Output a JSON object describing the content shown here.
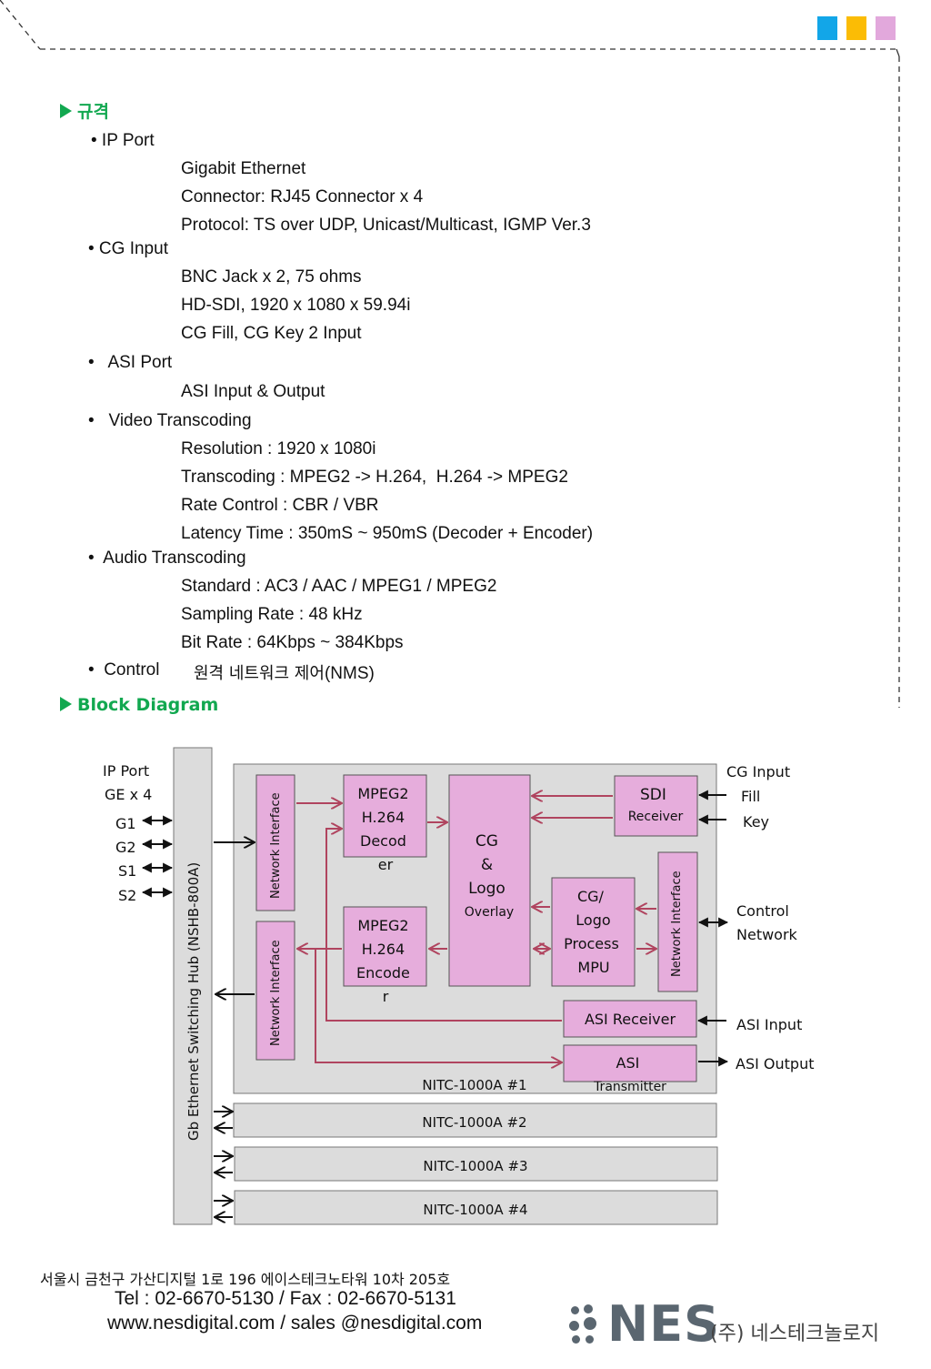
{
  "colors": {
    "green_title": "#12a850",
    "block_pink": "#e6addc",
    "panel_grey": "#dcdcdc",
    "arrow_red": "#b0445f"
  },
  "corner_squares": [
    "#12a6e8",
    "#fbbc05",
    "#e2a8dc"
  ],
  "spec": {
    "title": "규격",
    "items": [
      {
        "label": "• IP Port",
        "details": [
          "Gigabit Ethernet",
          "Connector: RJ45 Connector x 4",
          "Protocol: TS over UDP, Unicast/Multicast, IGMP Ver.3"
        ]
      },
      {
        "label": "• CG Input",
        "details": [
          "BNC Jack x 2, 75 ohms",
          "HD-SDI, 1920 x 1080 x 59.94i",
          "CG Fill, CG Key 2 Input"
        ]
      },
      {
        "label": "•   ASI Port",
        "details": [
          "ASI Input & Output"
        ]
      },
      {
        "label": "•   Video Transcoding",
        "details": [
          "Resolution : 1920 x 1080i",
          "Transcoding : MPEG2 -> H.264,  H.264 -> MPEG2",
          "Rate Control : CBR / VBR",
          "Latency Time : 350mS ~ 950mS (Decoder + Encoder)"
        ]
      },
      {
        "label": "•  Audio Transcoding",
        "details": [
          "Standard : AC3 / AAC / MPEG1 / MPEG2",
          "Sampling Rate : 48 kHz",
          "Bit Rate : 64Kbps ~ 384Kbps"
        ]
      }
    ],
    "control": {
      "label": "•  Control",
      "value_ko": "원격 네트워크 제어",
      "value_suffix": "(NMS)"
    }
  },
  "block_diagram": {
    "title": "Block Diagram",
    "hub_label": "Gb Ethernet Switching Hub (NSHB-800A)",
    "ip_port_label": "IP Port",
    "ge_label": "GE x 4",
    "ports": [
      "G1",
      "G2",
      "S1",
      "S2"
    ],
    "network_interface": "Network Interface",
    "decoder": [
      "MPEG2",
      "H.264",
      "Decod",
      "er"
    ],
    "encoder": [
      "MPEG2",
      "H.264",
      "Encode",
      "r"
    ],
    "cg_overlay": [
      "CG",
      "&",
      "Logo",
      "Overlay"
    ],
    "sdi": [
      "SDI",
      "Receiver"
    ],
    "cg_logo_mpu": [
      "CG/",
      "Logo",
      "Process",
      "MPU"
    ],
    "asi_receiver": "ASI Receiver",
    "asi_transmitter": [
      "ASI",
      "Transmitter"
    ],
    "cg_input_label": "CG Input",
    "fill_label": "Fill",
    "key_label": "Key",
    "control_label": "Control",
    "network_label": "Network",
    "asi_input_label": "ASI Input",
    "asi_output_label": "ASI Output",
    "units": [
      "NITC-1000A #1",
      "NITC-1000A #2",
      "NITC-1000A #3",
      "NITC-1000A #4"
    ]
  },
  "footer": {
    "address": "서울시 금천구 가산디지털 1로 196 에이스테크노타워 10차 205호",
    "tel": "Tel : 02-6670-5130 / Fax : 02-6670-5131",
    "web": "www.nesdigital.com / sales @nesdigital.com",
    "logo_text": "NES",
    "company": "(주) 네스테크놀로지"
  }
}
